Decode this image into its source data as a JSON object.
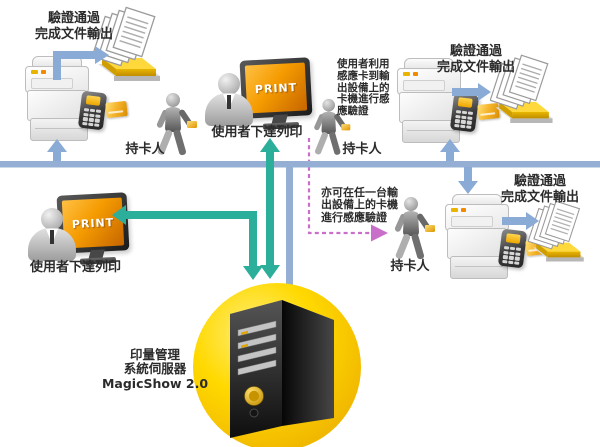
{
  "colors": {
    "line_blue": "#94AFD3",
    "arrow_blue": "#8AABD6",
    "teal": "#2BAF9B",
    "magenta": "#C96FC9",
    "server_yellow": "#F5C400",
    "screen_orange": "#F59B00",
    "card_gold": "#F2B637"
  },
  "labels": {
    "verify_tl": [
      "驗證通過",
      "完成文件輸出"
    ],
    "verify_tr": [
      "驗證通過",
      "完成文件輸出"
    ],
    "verify_br": [
      "驗證通過",
      "完成文件輸出"
    ],
    "user_print_top": "使用者下達列印",
    "user_print_left": "使用者下達列印",
    "cardholder_1": "持卡人",
    "cardholder_2": "持卡人",
    "cardholder_3": "持卡人",
    "note_tap": [
      "使用者利用",
      "感應卡到輸",
      "出設備上的",
      "卡機進行感",
      "應驗證"
    ],
    "note_any": [
      "亦可在任一台輸",
      "出設備上的卡機",
      "進行感應驗證"
    ],
    "server": [
      "印量管理",
      "系統伺服器",
      "MagicShow 2.0"
    ],
    "monitor_text": "PRINT"
  }
}
